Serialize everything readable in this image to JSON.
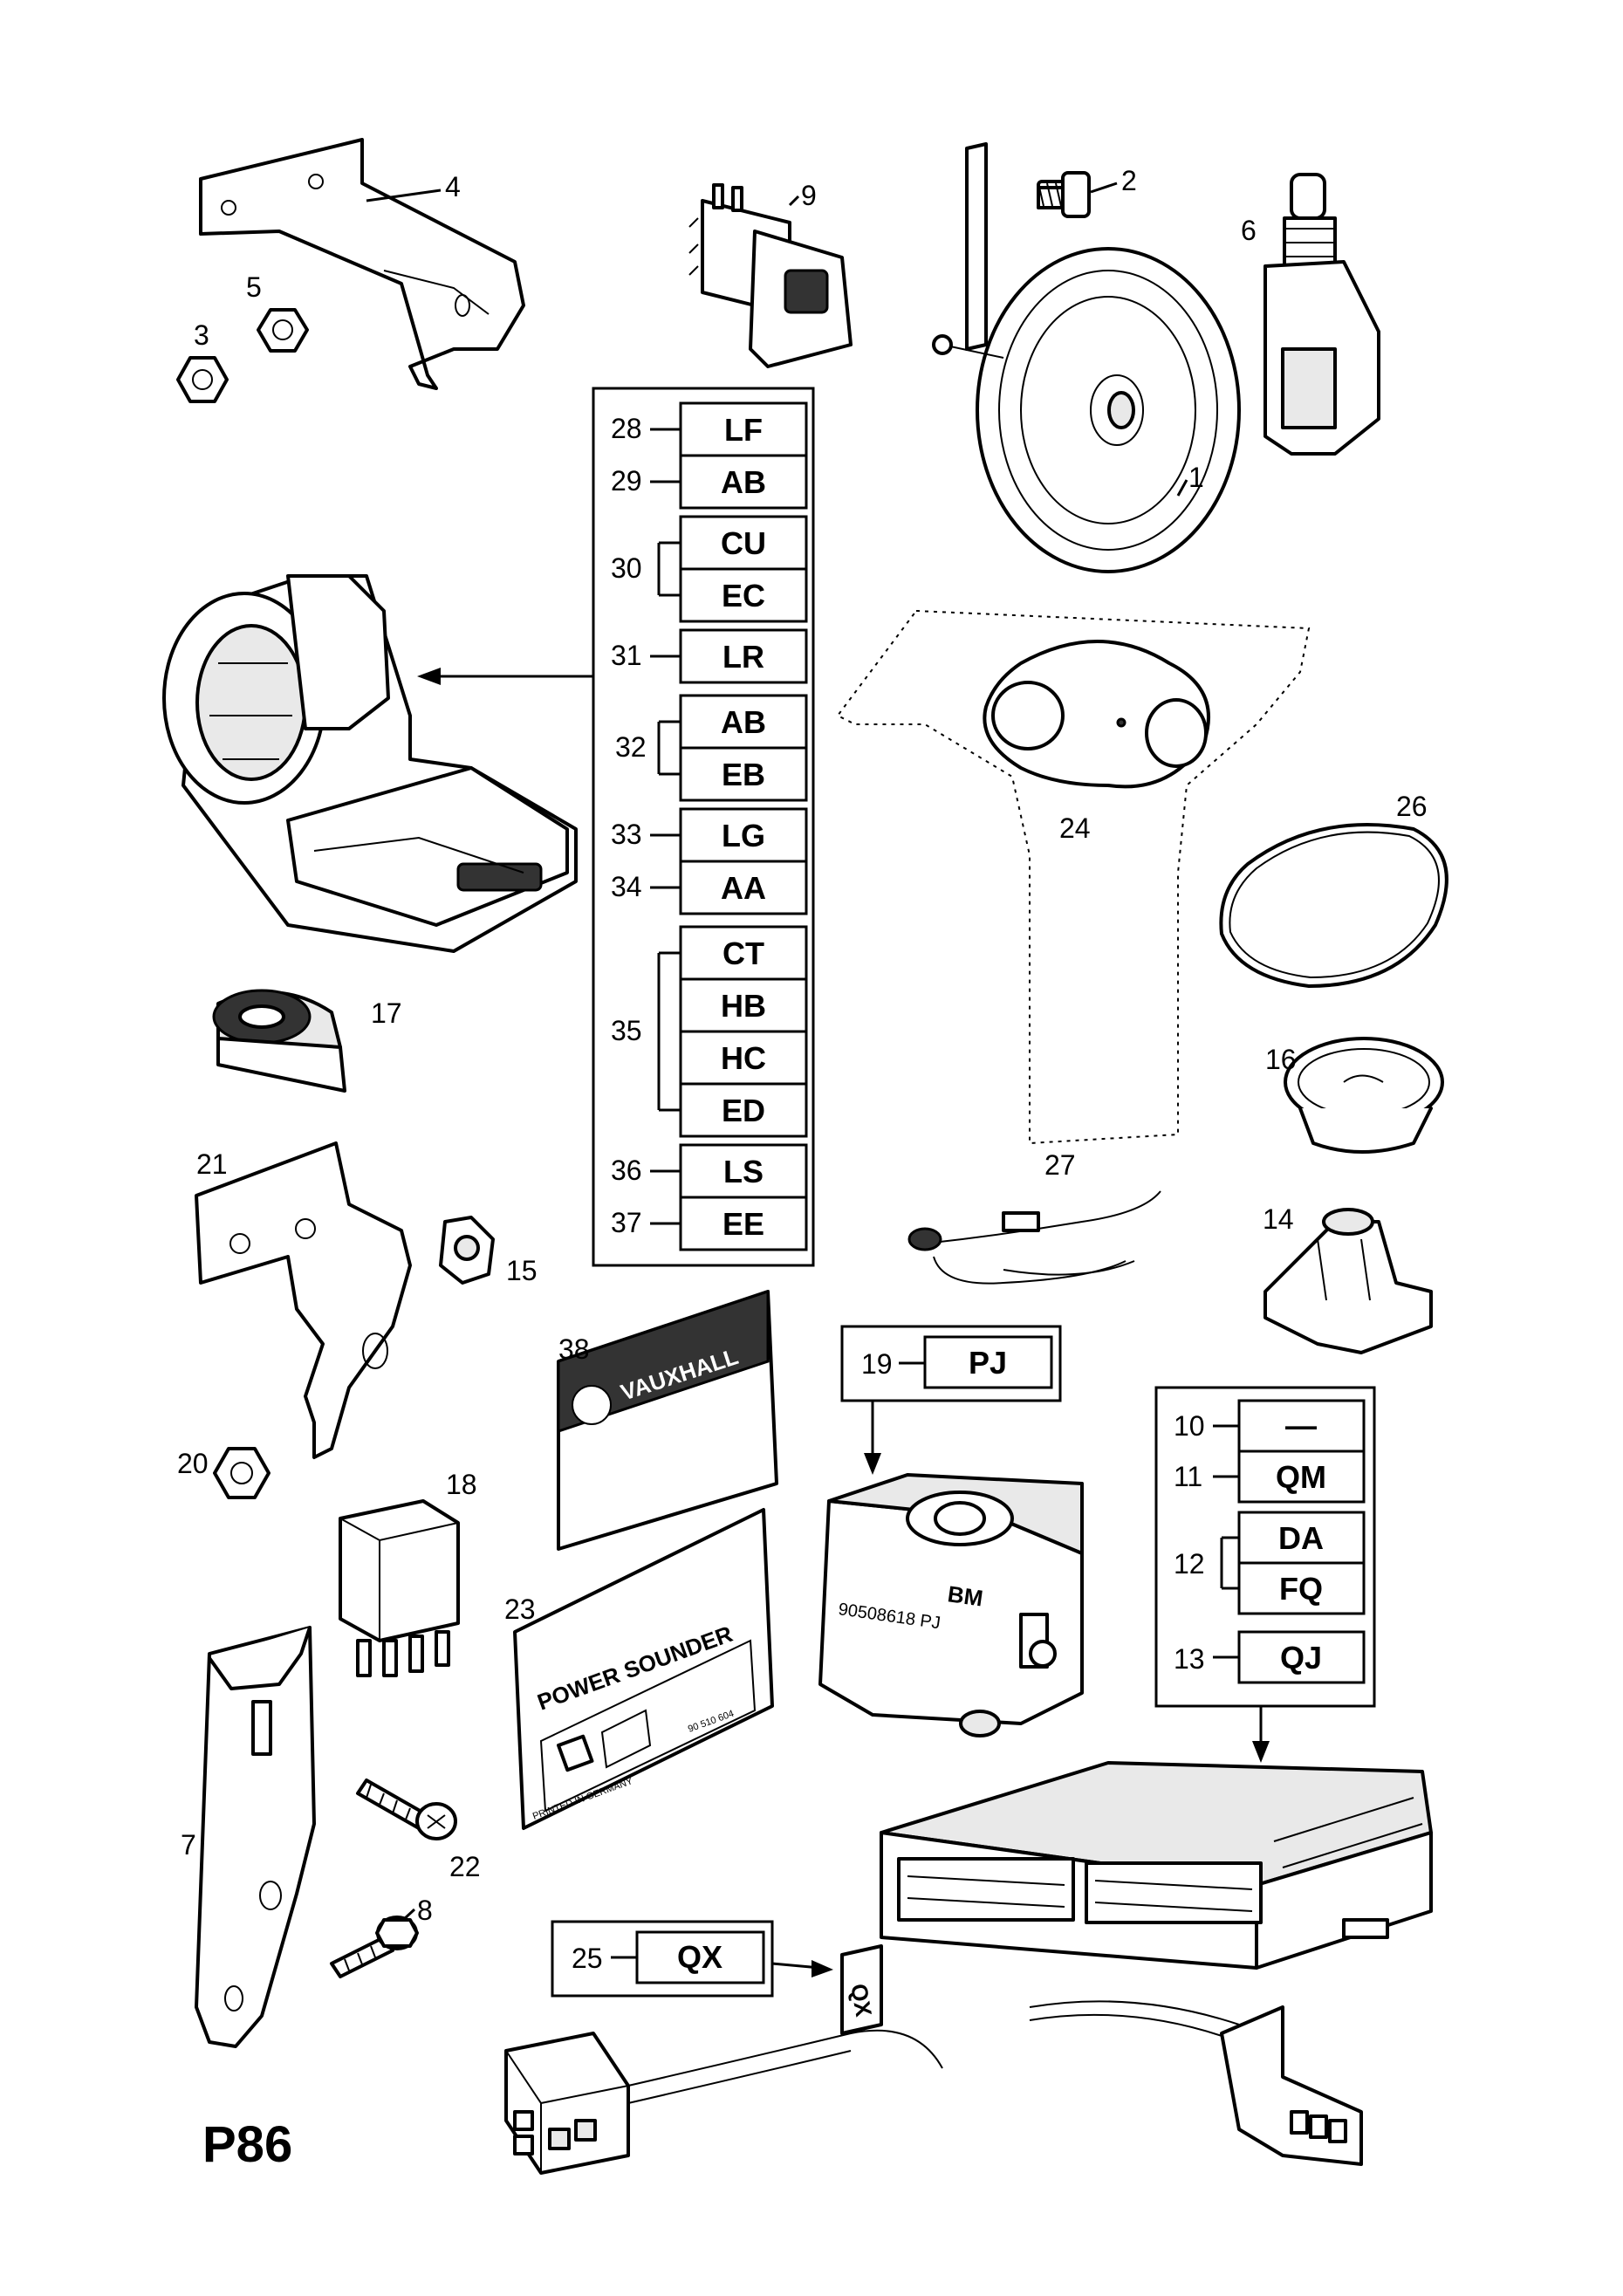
{
  "page_id": "P86",
  "callouts": [
    "1",
    "2",
    "3",
    "4",
    "5",
    "6",
    "7",
    "8",
    "9",
    "10",
    "11",
    "12",
    "13",
    "14",
    "15",
    "16",
    "17",
    "18",
    "19",
    "20",
    "21",
    "22",
    "23",
    "24",
    "25",
    "26",
    "27",
    "28",
    "29",
    "30",
    "31",
    "32",
    "33",
    "34",
    "35",
    "36",
    "37",
    "38"
  ],
  "code_table_main": {
    "rows": [
      {
        "callout": "28",
        "codes": [
          "LF"
        ]
      },
      {
        "callout": "29",
        "codes": [
          "AB"
        ]
      },
      {
        "callout": "30",
        "codes": [
          "CU",
          "EC"
        ]
      },
      {
        "callout": "31",
        "codes": [
          "LR"
        ]
      },
      {
        "callout": "32",
        "codes": [
          "AB",
          "EB"
        ]
      },
      {
        "callout": "33",
        "codes": [
          "LG"
        ]
      },
      {
        "callout": "34",
        "codes": [
          "AA"
        ]
      },
      {
        "callout": "35",
        "codes": [
          "CT",
          "HB",
          "HC",
          "ED"
        ]
      },
      {
        "callout": "36",
        "codes": [
          "LS"
        ]
      },
      {
        "callout": "37",
        "codes": [
          "EE"
        ]
      }
    ]
  },
  "code_table_19": {
    "callout": "19",
    "code": "PJ"
  },
  "code_table_ecu": {
    "rows": [
      {
        "callout": "10",
        "codes": [
          "—"
        ]
      },
      {
        "callout": "11",
        "codes": [
          "QM"
        ]
      },
      {
        "callout": "12",
        "codes": [
          "DA",
          "FQ"
        ]
      },
      {
        "callout": "13",
        "codes": [
          "QJ"
        ]
      }
    ]
  },
  "code_table_25": {
    "callout": "25",
    "code": "QX"
  },
  "labels": {
    "brand": "VAUXHALL",
    "sounder_title": "POWER SOUNDER",
    "sounder_printed": "PRINTED IN GERMANY",
    "sounder_partno": "90 510 604",
    "siren_code": "BM",
    "siren_partno": "90508618 PJ",
    "connector_tag": "QX"
  }
}
